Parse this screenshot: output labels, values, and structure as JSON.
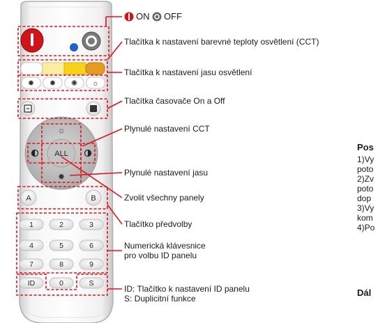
{
  "legend": {
    "on": "ON",
    "off": "OFF",
    "on_color": "#d0141b",
    "off_color": "#555555"
  },
  "callouts": {
    "cct_buttons": "Tlačítka k  nastavení barevné teploty osvětlení (CCT)",
    "brightness_buttons": "Tlačítka k  nastavení jasu osvětlení",
    "timer_buttons": "Tlačítka časovače On a Off",
    "cct_smooth": "Plynulé nastavení CCT",
    "brightness_smooth": "Plynulé nastavení jasu",
    "select_all": "Zvolit všechny panely",
    "preset_button": "Tlačítko předvolby",
    "numeric_keypad_line1": "Numerická klávesnice",
    "numeric_keypad_line2": "pro volbu ID panelu",
    "id_line1": "ID: Tlačítko k  nastavení ID panelu",
    "id_line2": "S: Duplicitní funkce"
  },
  "remote": {
    "wheel_center": "ALL",
    "preset_a": "A",
    "preset_b": "B",
    "keys": [
      "1",
      "2",
      "3",
      "4",
      "5",
      "6",
      "7",
      "8",
      "9",
      "ID",
      "0",
      "S"
    ],
    "cct_swatches": [
      "#ffffff",
      "#fbeea0",
      "#f6d21a",
      "#e59a22"
    ],
    "accent_red": "#d0141b",
    "accent_blue": "#1c64c8"
  },
  "side_text": {
    "heading": "Pos",
    "lines": [
      "1)Vy",
      "poto",
      "2)Zv",
      "poto",
      "dop",
      "3)Vy",
      "kom",
      "4)Po"
    ],
    "footer": "Dál"
  }
}
